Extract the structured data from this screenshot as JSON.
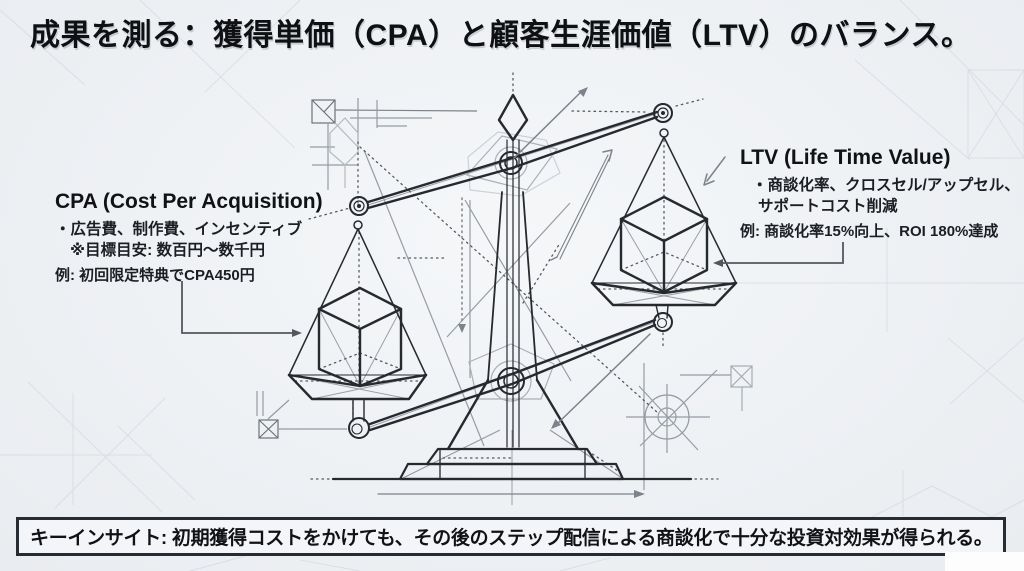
{
  "slide": {
    "title": "成果を測る：獲得単価（CPA）と顧客生涯価値（LTV）のバランス。",
    "cpa": {
      "heading": "CPA (Cost Per Acquisition)",
      "bullet": "・広告費、制作費、インセンティブ",
      "note": "※目標目安: 数百円〜数千円",
      "example": "例: 初回限定特典でCPA450円"
    },
    "ltv": {
      "heading": "LTV (Life Time Value)",
      "bullet_line1": "・商談化率、クロスセル/アップセル、",
      "bullet_line2": "サポートコスト削減",
      "example": "例: 商談化率15%向上、ROI 180%達成"
    },
    "key_insight": "キーインサイト: 初期獲得コストをかけても、その後のステップ配信による商談化で十分な投資対効果が得られる。",
    "colors": {
      "background": "#eef1f4",
      "ink": "#17191d",
      "construction_gray": "#8f959c",
      "insight_border": "#272c33"
    }
  }
}
